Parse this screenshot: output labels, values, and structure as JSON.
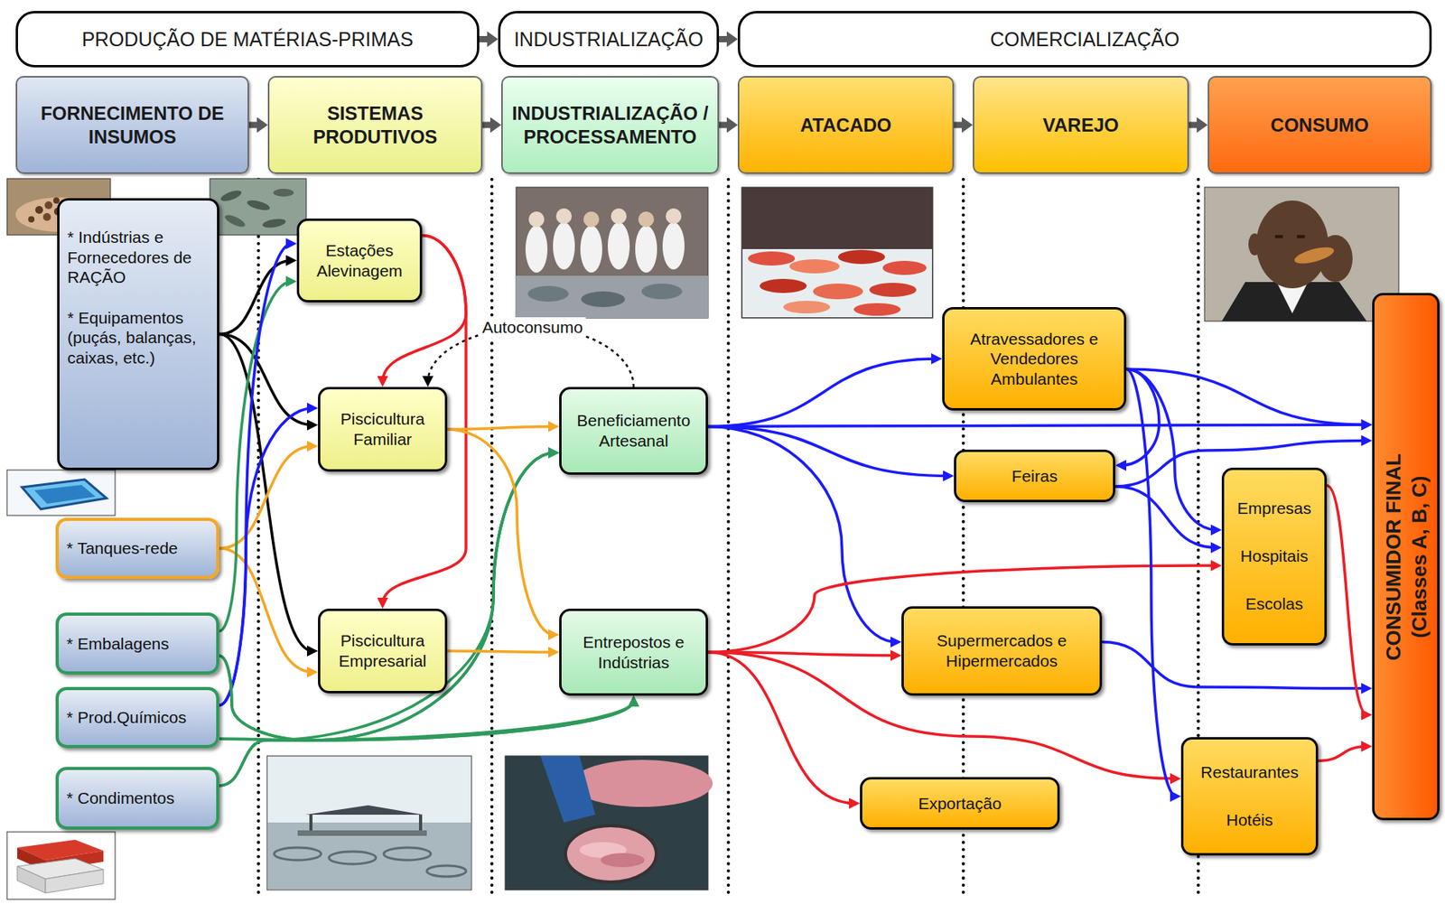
{
  "diagram": {
    "nodes": [
      {
        "text": [
          "PRODUÇÃO DE MATÉRIAS-PRIMAS"
        ]
      },
      {
        "text": [
          "INDUSTRIALIZAÇÃO"
        ]
      },
      {
        "text": [
          "COMERCIALIZAÇÃO"
        ]
      },
      {
        "text": [
          "FORNECIMENTO DE INSUMOS"
        ]
      },
      {
        "text": [
          "SISTEMAS PRODUTIVOS"
        ]
      },
      {
        "text": [
          "INDUSTRIALIZAÇÃO / PROCESSAMENTO"
        ]
      },
      {
        "text": [
          "ATACADO"
        ]
      },
      {
        "text": [
          "VAREJO"
        ]
      },
      {
        "text": [
          "CONSUMO"
        ]
      },
      {
        "text": [
          "* Indústrias e Fornecedores de RAÇÃO",
          "* Equipamentos (puçás, balanças, caixas, etc.)"
        ]
      },
      {
        "text": [
          "* Tanques-rede"
        ]
      },
      {
        "text": [
          "* Embalagens"
        ]
      },
      {
        "text": [
          "* Prod.Químicos"
        ]
      },
      {
        "text": [
          "* Condimentos"
        ]
      },
      {
        "text": [
          "Estações Alevinagem"
        ]
      },
      {
        "text": [
          "Piscicultura Familiar"
        ]
      },
      {
        "text": [
          "Piscicultura Empresarial"
        ]
      },
      {
        "text": [
          "Beneficiamento Artesanal"
        ]
      },
      {
        "text": [
          "Entrepostos e Indústrias"
        ]
      },
      {
        "text": [
          "Atravessadores e Vendedores Ambulantes"
        ]
      },
      {
        "text": [
          "Feiras"
        ]
      },
      {
        "text": [
          "Empresas Hospitais Escolas"
        ]
      },
      {
        "text": [
          "Supermercados e Hipermercados"
        ]
      },
      {
        "text": [
          "Exportação"
        ]
      },
      {
        "text": [
          "Restaurantes Hotéis"
        ]
      },
      {
        "text": [
          "CONSUMIDOR FINAL (Classes A, B, C)"
        ]
      }
    ],
    "edges": [
      {
        "from": 0,
        "to": 1,
        "arrow": "to"
      },
      {
        "from": 1,
        "to": 2,
        "arrow": "to"
      },
      {
        "from": 3,
        "to": 4,
        "arrow": "to"
      },
      {
        "from": 4,
        "to": 5,
        "arrow": "to"
      },
      {
        "from": 5,
        "to": 6,
        "arrow": "to"
      },
      {
        "from": 6,
        "to": 7,
        "arrow": "to"
      },
      {
        "from": 7,
        "to": 8,
        "arrow": "to"
      },
      {
        "from": 9,
        "to": 14,
        "arrow": "to"
      },
      {
        "from": 9,
        "to": 15,
        "arrow": "to"
      },
      {
        "from": 9,
        "to": 16,
        "arrow": "to"
      },
      {
        "from": 10,
        "to": 15,
        "arrow": "to"
      },
      {
        "from": 10,
        "to": 16,
        "arrow": "to"
      },
      {
        "from": 11,
        "to": 14,
        "arrow": "to"
      },
      {
        "from": 12,
        "to": 14,
        "arrow": "to"
      },
      {
        "from": 12,
        "to": 15,
        "arrow": "to"
      },
      {
        "from": 11,
        "to": 17,
        "arrow": "to"
      },
      {
        "from": 11,
        "to": 18,
        "arrow": "to"
      },
      {
        "from": 12,
        "to": 17,
        "arrow": "to"
      },
      {
        "from": 12,
        "to": 18,
        "arrow": "to"
      },
      {
        "from": 13,
        "to": 17,
        "arrow": "to"
      },
      {
        "from": 13,
        "to": 18,
        "arrow": "to"
      },
      {
        "from": 14,
        "to": 15,
        "arrow": "to"
      },
      {
        "from": 14,
        "to": 16,
        "arrow": "to"
      },
      {
        "from": 15,
        "to": 17,
        "arrow": "to"
      },
      {
        "from": 15,
        "to": 18,
        "arrow": "to"
      },
      {
        "from": 16,
        "to": 18,
        "arrow": "to"
      },
      {
        "from": 17,
        "to": 15,
        "label": "Autoconsumo",
        "arrow": "to"
      },
      {
        "from": 17,
        "to": 19,
        "arrow": "to"
      },
      {
        "from": 17,
        "to": 20,
        "arrow": "to"
      },
      {
        "from": 17,
        "to": 22,
        "arrow": "to"
      },
      {
        "from": 17,
        "to": 25,
        "arrow": "to"
      },
      {
        "from": 18,
        "to": 21,
        "arrow": "to"
      },
      {
        "from": 18,
        "to": 22,
        "arrow": "to"
      },
      {
        "from": 18,
        "to": 23,
        "arrow": "to"
      },
      {
        "from": 18,
        "to": 24,
        "arrow": "to"
      },
      {
        "from": 19,
        "to": 20,
        "arrow": "to"
      },
      {
        "from": 19,
        "to": 25,
        "arrow": "to"
      },
      {
        "from": 19,
        "to": 21,
        "arrow": "to"
      },
      {
        "from": 19,
        "to": 24,
        "arrow": "to"
      },
      {
        "from": 20,
        "to": 25,
        "arrow": "to"
      },
      {
        "from": 20,
        "to": 21,
        "arrow": "to"
      },
      {
        "from": 22,
        "to": 25,
        "arrow": "to"
      },
      {
        "from": 21,
        "to": 25,
        "arrow": "to"
      },
      {
        "from": 24,
        "to": 25,
        "arrow": "to"
      }
    ]
  }
}
